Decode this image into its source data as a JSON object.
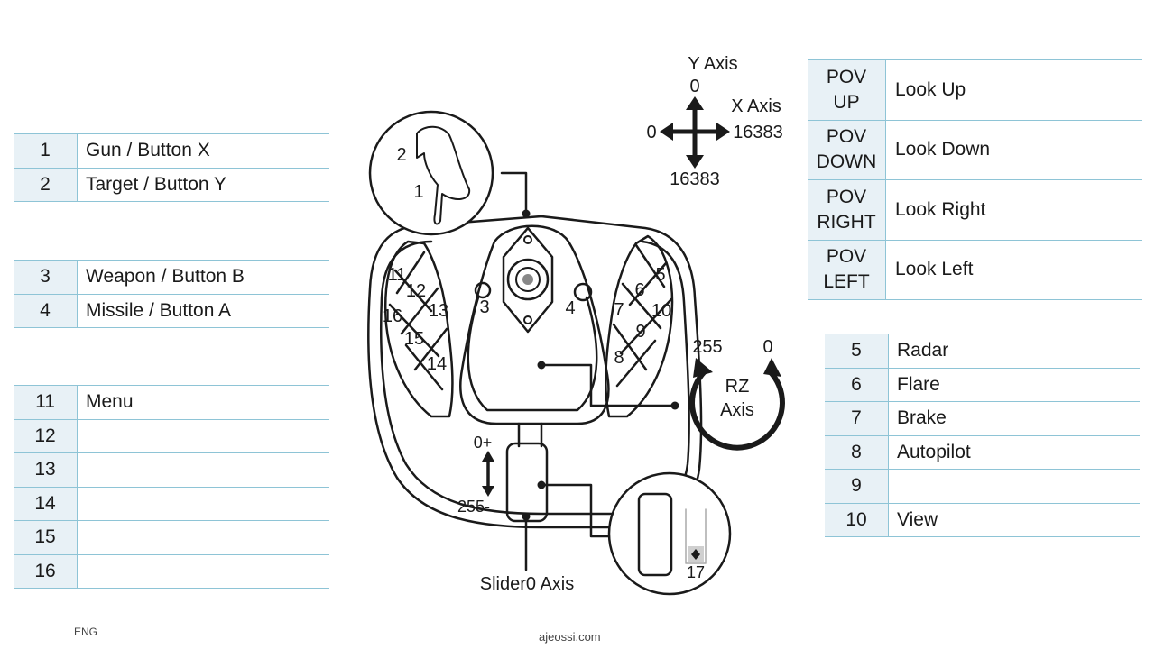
{
  "tables": {
    "trigger": [
      {
        "num": "1",
        "action": "Gun / Button X"
      },
      {
        "num": "2",
        "action": "Target / Button Y"
      }
    ],
    "side": [
      {
        "num": "3",
        "action": "Weapon / Button B"
      },
      {
        "num": "4",
        "action": "Missile / Button A"
      }
    ],
    "left_pad": [
      {
        "num": "11",
        "action": "Menu"
      },
      {
        "num": "12",
        "action": ""
      },
      {
        "num": "13",
        "action": ""
      },
      {
        "num": "14",
        "action": ""
      },
      {
        "num": "15",
        "action": ""
      },
      {
        "num": "16",
        "action": ""
      }
    ],
    "right_pad": [
      {
        "num": "5",
        "action": "Radar"
      },
      {
        "num": "6",
        "action": "Flare"
      },
      {
        "num": "7",
        "action": "Brake"
      },
      {
        "num": "8",
        "action": "Autopilot"
      },
      {
        "num": "9",
        "action": ""
      },
      {
        "num": "10",
        "action": "View"
      }
    ],
    "pov": [
      {
        "line1": "POV",
        "line2": "UP",
        "action": "Look Up"
      },
      {
        "line1": "POV",
        "line2": "DOWN",
        "action": "Look Down"
      },
      {
        "line1": "POV",
        "line2": "RIGHT",
        "action": "Look Right"
      },
      {
        "line1": "POV",
        "line2": "LEFT",
        "action": "Look Left"
      }
    ]
  },
  "axes": {
    "y_label": "Y Axis",
    "y_top": "0",
    "y_bottom": "16383",
    "x_label": "X Axis",
    "x_left": "0",
    "x_right": "16383",
    "rz_label_1": "RZ",
    "rz_label_2": "Axis",
    "rz_left": "255",
    "rz_right": "0",
    "slider_top": "0+",
    "slider_bottom": "255-",
    "slider_label": "Slider0 Axis"
  },
  "joystick": {
    "trigger_top": "2",
    "trigger_bottom": "1",
    "side_left": "3",
    "side_right": "4",
    "slider_button": "17",
    "left_buttons": [
      "11",
      "12",
      "16",
      "13",
      "15",
      "14"
    ],
    "right_buttons": [
      "5",
      "6",
      "10",
      "7",
      "9",
      "8"
    ]
  },
  "footer": {
    "lang": "ENG",
    "site": "ajeossi.com"
  }
}
